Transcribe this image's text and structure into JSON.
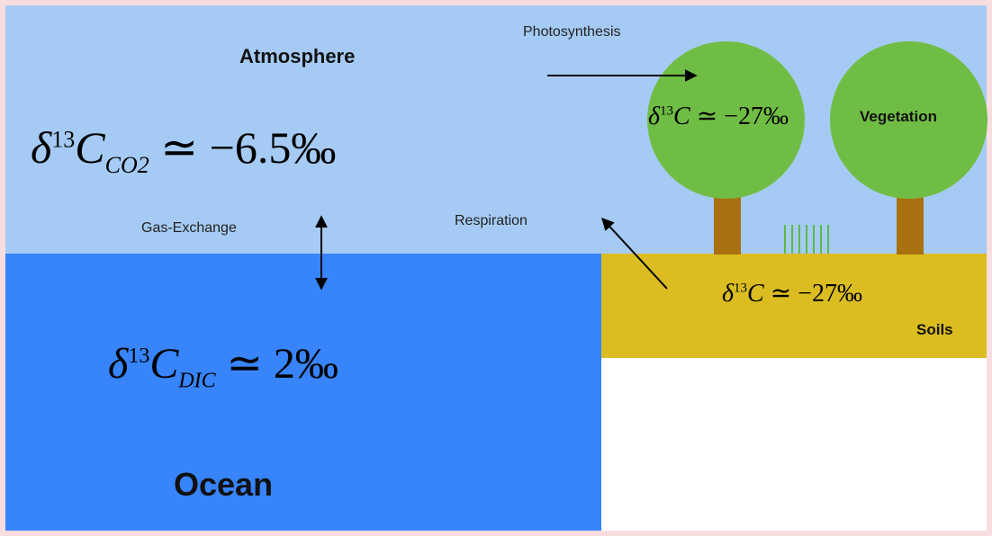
{
  "regions": {
    "atmosphere": {
      "label": "Atmosphere",
      "color": "#a5cbf4"
    },
    "ocean": {
      "label": "Ocean",
      "color": "#3784fb"
    },
    "soils": {
      "label": "Soils",
      "color": "#dbbd22"
    },
    "vegetation": {
      "label": "Vegetation",
      "canopy_color": "#70bd45",
      "trunk_color": "#a8700e",
      "grass_color": "#5fb84a"
    }
  },
  "background_color": "#f7dde0",
  "fluxes": {
    "photosynthesis": "Photosynthesis",
    "respiration": "Respiration",
    "gas_exchange": "Gas-Exchange"
  },
  "equations": {
    "atmosphere": {
      "delta": "δ",
      "sup": "13",
      "var": "C",
      "sub": "CO2",
      "rel": "≃",
      "value": "−6.5‰"
    },
    "ocean": {
      "delta": "δ",
      "sup": "13",
      "var": "C",
      "sub": "DIC",
      "rel": "≃",
      "value": "2‰"
    },
    "vegetation": {
      "delta": "δ",
      "sup": "13",
      "var": "C",
      "rel": "≃",
      "value": "−27‰"
    },
    "soils": {
      "delta": "δ",
      "sup": "13",
      "var": "C",
      "rel": "≃",
      "value": "−27‰"
    }
  }
}
